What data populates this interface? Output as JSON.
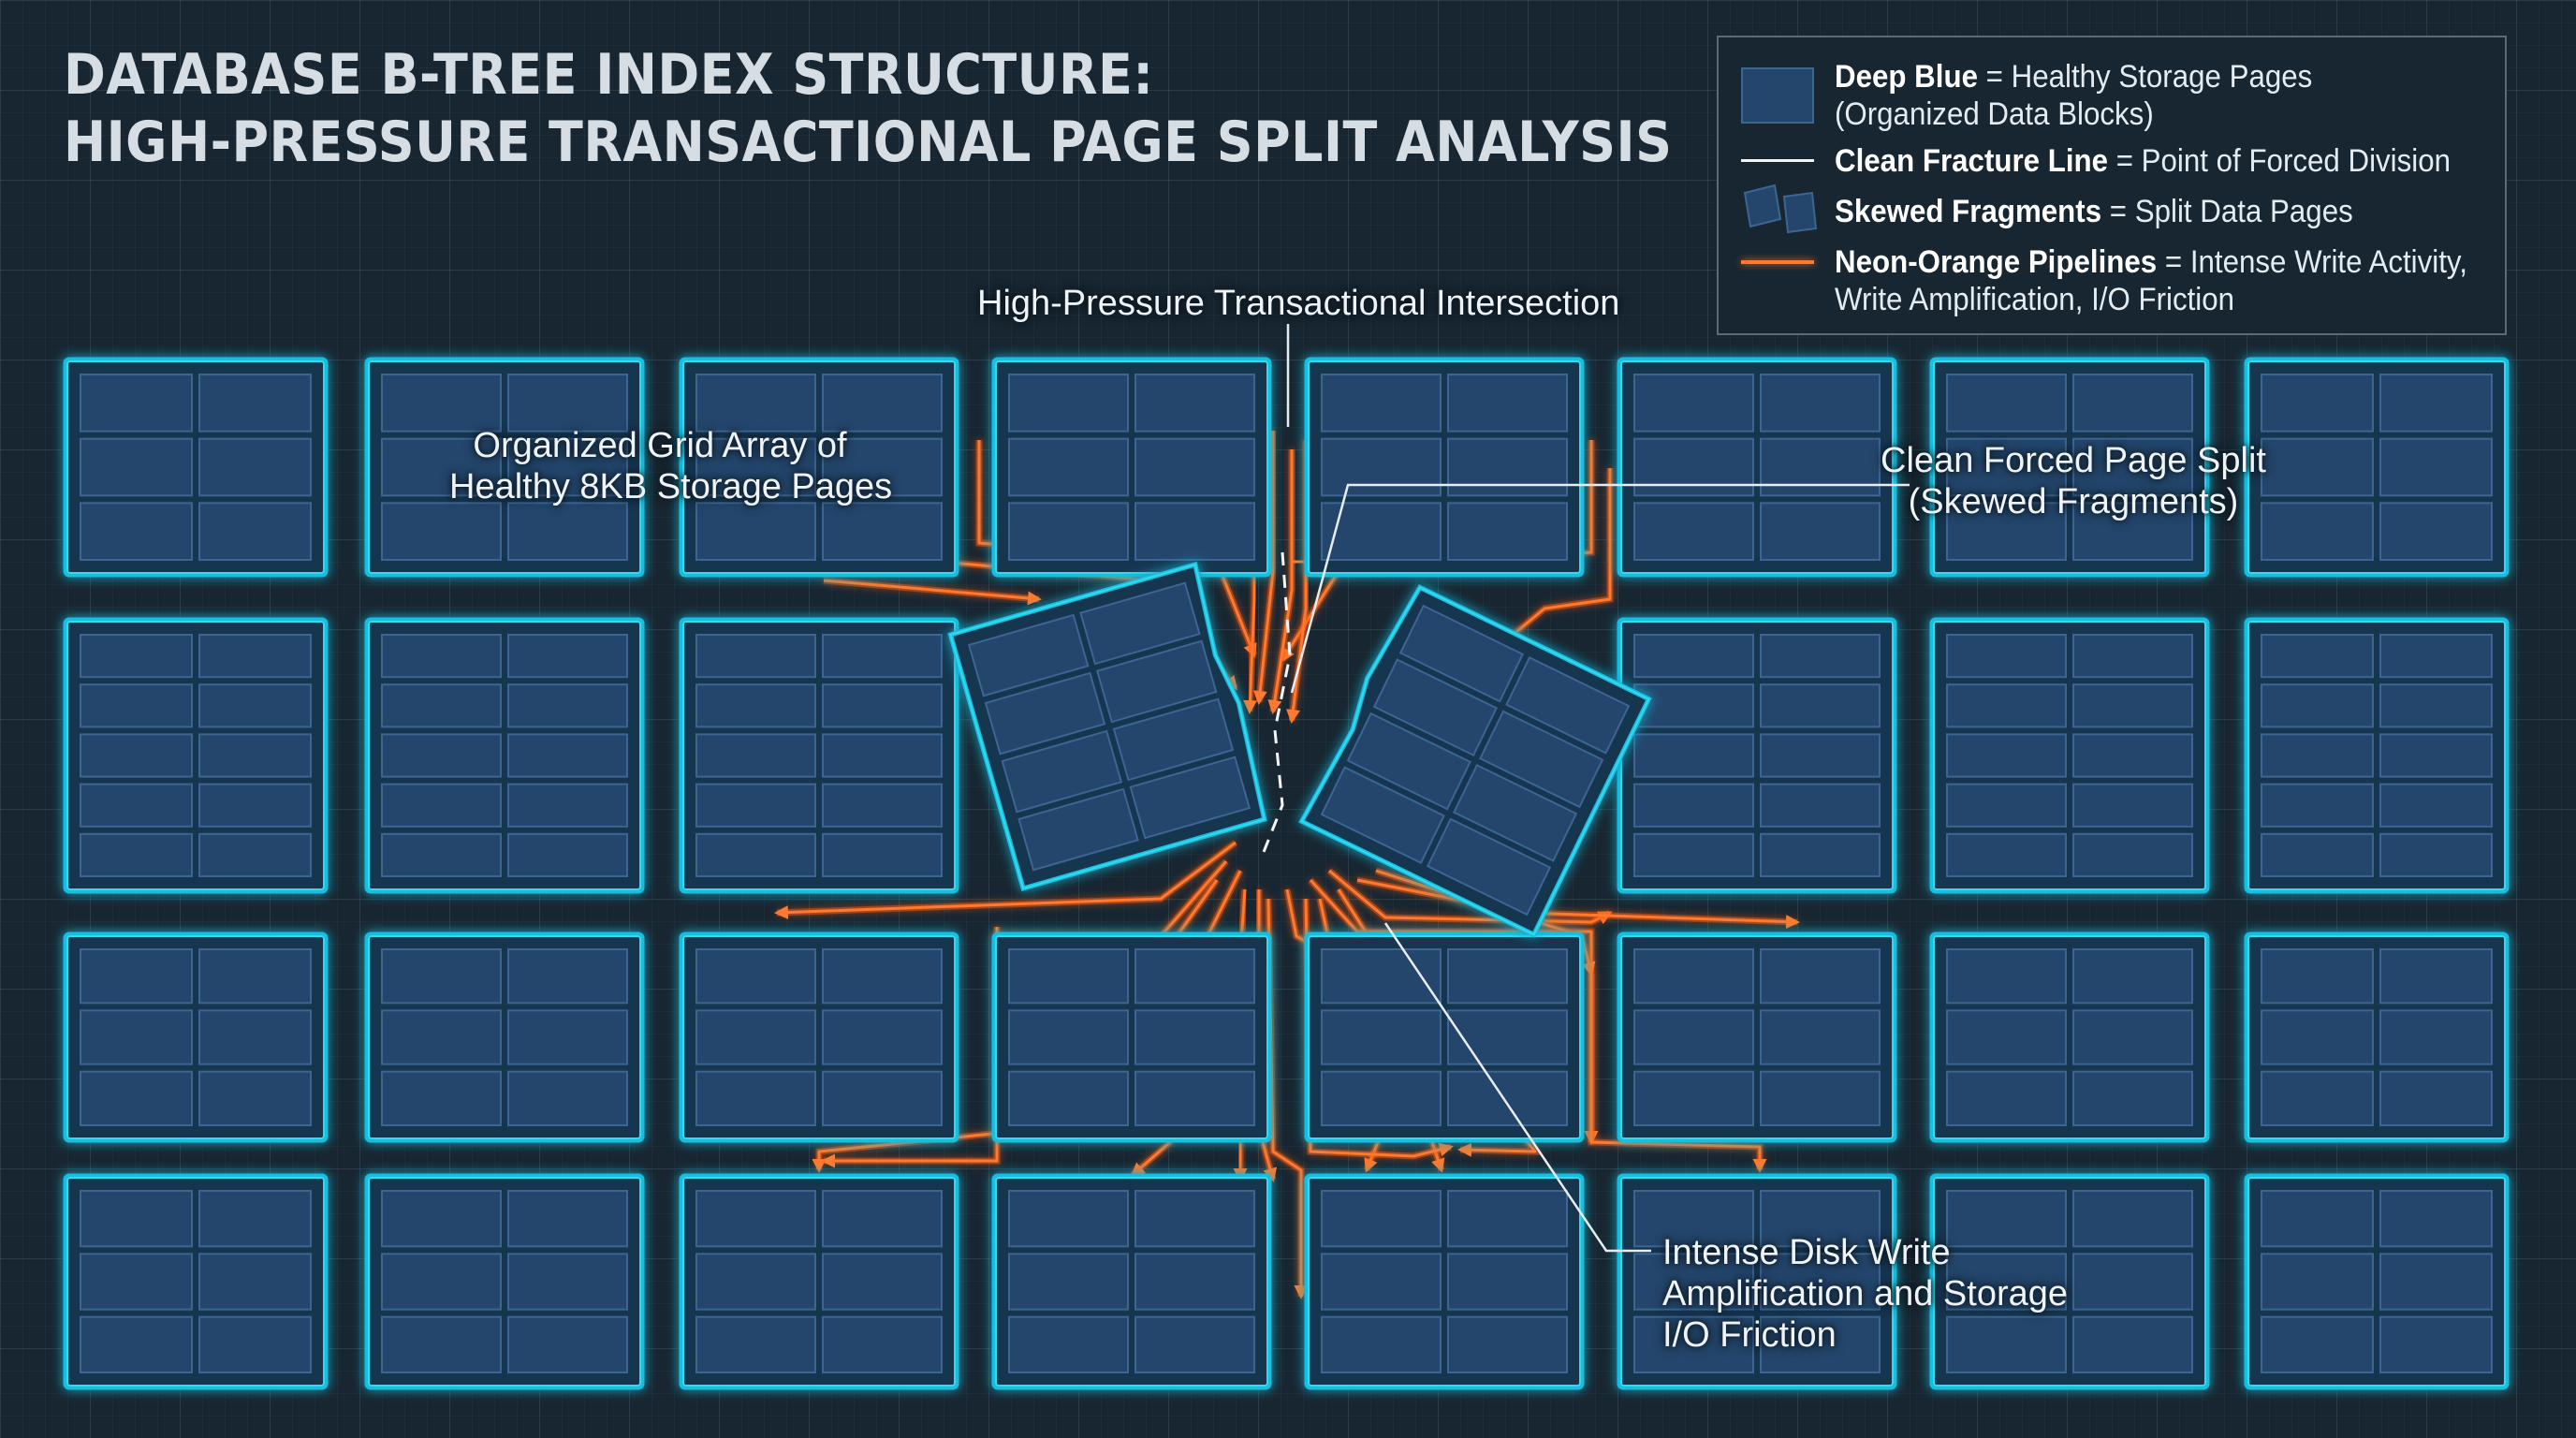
{
  "title": {
    "line1": "DATABASE B-TREE INDEX STRUCTURE:",
    "line2": "HIGH-PRESSURE TRANSACTIONAL PAGE SPLIT ANALYSIS"
  },
  "legend": {
    "items": [
      {
        "term": "Deep Blue",
        "desc": " = Healthy Storage Pages",
        "cont": "(Organized Data Blocks)",
        "symbol": "block-swatch-icon"
      },
      {
        "term": "Clean Fracture Line",
        "desc": " = Point of Forced Division",
        "cont": "",
        "symbol": "white-line-icon"
      },
      {
        "term": "Skewed Fragments",
        "desc": " = Split Data Pages",
        "cont": "",
        "symbol": "skewed-fragments-icon"
      },
      {
        "term": "Neon-Orange Pipelines",
        "desc": " = Intense Write Activity,",
        "cont": "Write Amplification, I/O Friction",
        "symbol": "orange-line-icon"
      }
    ]
  },
  "annotations": {
    "intersection": "High-Pressure Transactional Intersection",
    "grid_line1": "Organized Grid Array of",
    "grid_line2": "Healthy 8KB Storage Pages",
    "split_line1": "Clean Forced Page Split",
    "split_line2": "(Skewed Fragments)",
    "disk_line1": "Intense Disk Write",
    "disk_line2": "Amplification and Storage",
    "disk_line3": "I/O Friction"
  },
  "colors": {
    "background": "#182631",
    "page_border": "#33d9ee",
    "page_glow": "#19bfe0",
    "page_fill": "#173450",
    "cell_fill": "#24466c",
    "cell_border": "#3d6592",
    "pipeline": "#ff7a2e",
    "pipeline_glow": "#ff5a10",
    "fracture": "#f2f4f6",
    "leader": "#e6ecf0"
  },
  "grid": {
    "rows": 4,
    "columns": 8,
    "omitted_pages": [
      "1-3",
      "1-4"
    ]
  }
}
